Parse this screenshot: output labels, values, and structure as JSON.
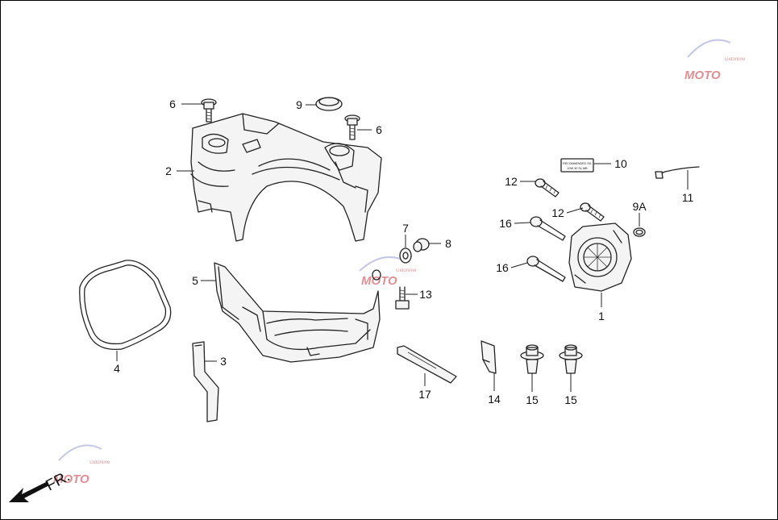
{
  "callouts": [
    {
      "id": "c1",
      "text": "1"
    },
    {
      "id": "c2",
      "text": "2"
    },
    {
      "id": "c3",
      "text": "3"
    },
    {
      "id": "c4",
      "text": "4"
    },
    {
      "id": "c5",
      "text": "5"
    },
    {
      "id": "c6a",
      "text": "6"
    },
    {
      "id": "c6b",
      "text": "6"
    },
    {
      "id": "c7",
      "text": "7"
    },
    {
      "id": "c8",
      "text": "8"
    },
    {
      "id": "c9",
      "text": "9"
    },
    {
      "id": "c9a",
      "text": "9A"
    },
    {
      "id": "c10",
      "text": "10"
    },
    {
      "id": "c11",
      "text": "11"
    },
    {
      "id": "c12a",
      "text": "12"
    },
    {
      "id": "c12b",
      "text": "12"
    },
    {
      "id": "c13",
      "text": "13"
    },
    {
      "id": "c14",
      "text": "14"
    },
    {
      "id": "c15a",
      "text": "15"
    },
    {
      "id": "c15b",
      "text": "15"
    },
    {
      "id": "c16a",
      "text": "16"
    },
    {
      "id": "c16b",
      "text": "16"
    },
    {
      "id": "c17",
      "text": "17"
    }
  ],
  "direction_label": "FR.",
  "oil_label": {
    "line1": "RECOMMENDED OIL",
    "line2": "10W 30 SL MB"
  },
  "watermark": {
    "brand": "MOTO",
    "sub": "Gidonline"
  },
  "colors": {
    "line": "#222222",
    "watermark": "#c8323c",
    "background": "#ffffff"
  }
}
